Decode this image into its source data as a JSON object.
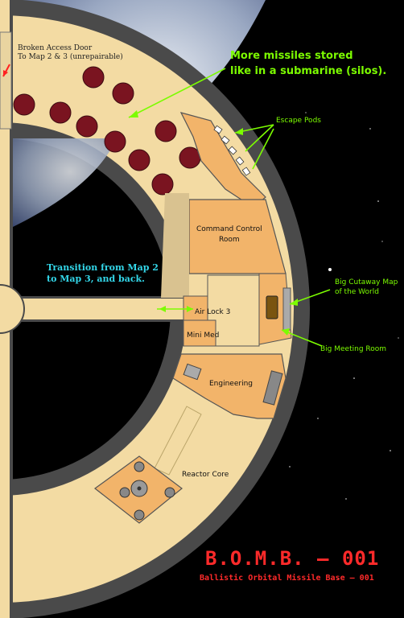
{
  "labels": {
    "broken_door_line1": "Broken Access Door",
    "broken_door_line2": "To Map 2 & 3 (unrepairable)",
    "missiles_line1": "More missiles stored",
    "missiles_line2": "like in a submarine (silos).",
    "escape_pods": "Escape Pods",
    "command_line1": "Command Control",
    "command_line2": "Room",
    "transition_line1": "Transition from Map 2",
    "transition_line2": "to Map 3, and back.",
    "airlock": "Air Lock 3",
    "minimed": "Mini Med",
    "world_map_line1": "Big Cutaway Map",
    "world_map_line2": "of the World",
    "meeting_room": "Big Meeting Room",
    "engineering": "Engineering",
    "reactor": "Reactor Core"
  },
  "title": {
    "main": "B.O.M.B. — 001",
    "subtitle": "Ballistic Orbital Missile Base — 001"
  },
  "colors": {
    "ring_outer": "#4a4a4a",
    "hull_floor": "#f3dba3",
    "room_fill": "#f2b46a",
    "silo": "#7a1420",
    "annotation_green": "#7CFC00",
    "annotation_cyan": "#33d6e8",
    "title_red": "#ff2a2a"
  }
}
